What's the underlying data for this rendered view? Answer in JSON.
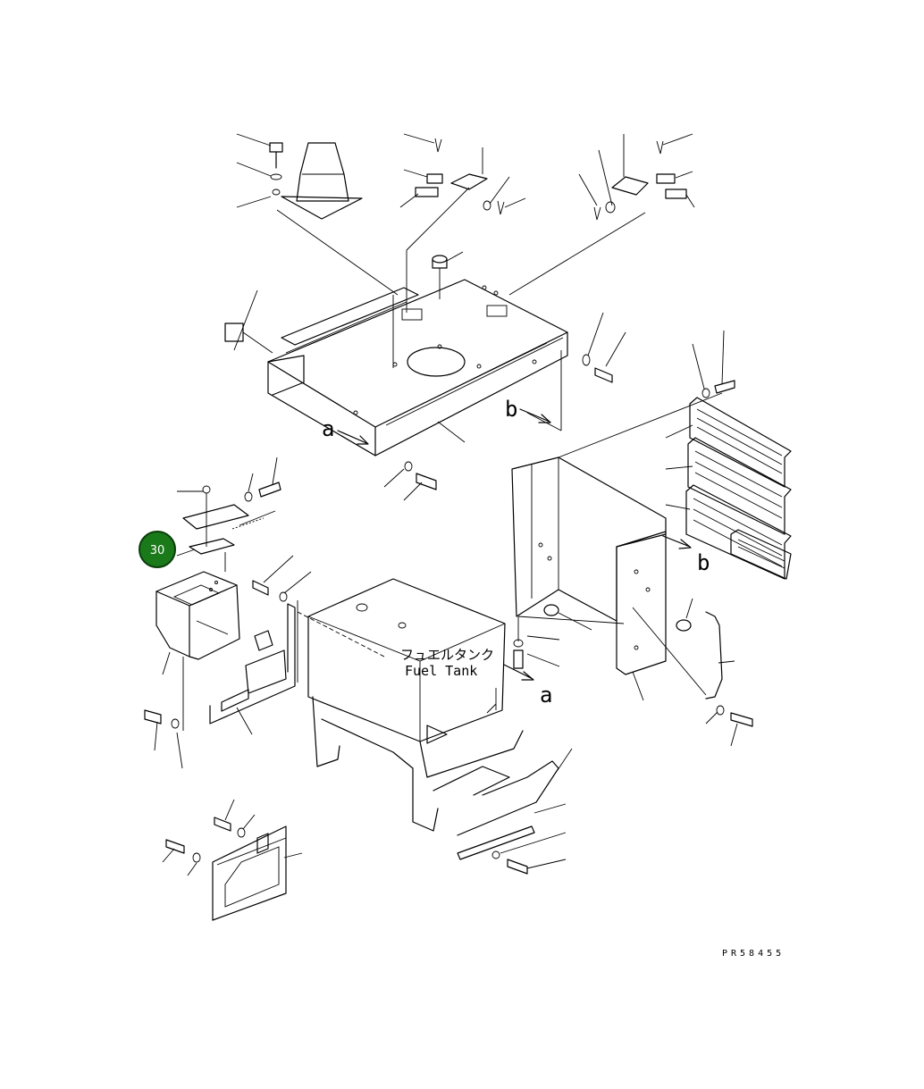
{
  "drawing": {
    "fuel_tank_label_jp": "フュエルタンク",
    "fuel_tank_label_en": "Fuel Tank",
    "view_marker_a": "a",
    "view_marker_b": "b",
    "drawing_code": "PR58455"
  },
  "callouts": [
    {
      "number": "30",
      "color": "#1a7a1a"
    }
  ]
}
